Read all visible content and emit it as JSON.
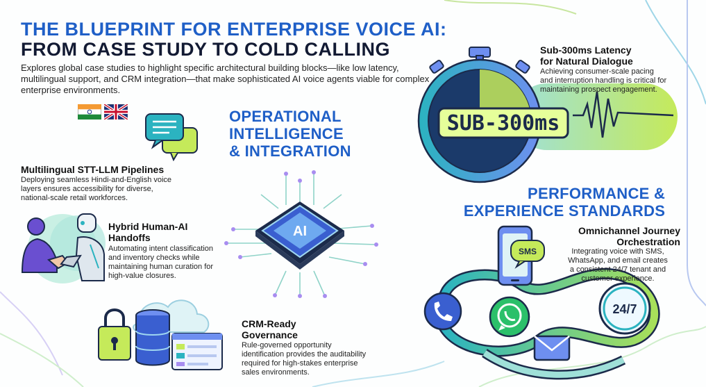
{
  "header": {
    "title_line1": "THE BLUEPRINT FOR ENTERPRISE VOICE AI:",
    "title_line2": "FROM CASE STUDY TO COLD CALLING",
    "intro": "Explores global case studies to highlight specific architectural building blocks—like low latency, multilingual support, and CRM integration—that make sophisticated AI voice agents viable for complex enterprise environments."
  },
  "sections": {
    "operational": [
      "OPERATIONAL",
      "INTELLIGENCE",
      "& INTEGRATION"
    ],
    "performance": [
      "PERFORMANCE &",
      "EXPERIENCE STANDARDS"
    ]
  },
  "features": {
    "multilingual": {
      "title": "Multilingual STT-LLM Pipelines",
      "desc": [
        "Deploying seamless Hindi-and-English voice",
        "layers ensures accessibility for diverse,",
        "national-scale retail workforces."
      ]
    },
    "hybrid": {
      "title": [
        "Hybrid Human-AI",
        "Handoffs"
      ],
      "desc": [
        "Automating intent classification",
        "and inventory checks while",
        "maintaining human curation for",
        "high-value closures."
      ]
    },
    "crm": {
      "title": [
        "CRM-Ready",
        "Governance"
      ],
      "desc": [
        "Rule-governed opportunity",
        "identification provides the auditability",
        "required for high-stakes enterprise",
        "sales environments."
      ]
    },
    "latency": {
      "title": [
        "Sub-300ms Latency",
        "for Natural Dialogue"
      ],
      "desc": [
        "Achieving consumer-scale pacing",
        "and interruption handling is critical for",
        "maintaining prospect engagement."
      ]
    },
    "omnichannel": {
      "title": [
        "Omnichannel Journey",
        "Orchestration"
      ],
      "desc": [
        "Integrating voice with SMS,",
        "WhatsApp, and email creates",
        "a consistent 24/7 tenant and",
        "customer experience."
      ]
    }
  },
  "visuals": {
    "timer_display": "SUB-300ms",
    "chip_label": "AI",
    "sms_label": "SMS",
    "clock_label": "24/7",
    "icons": [
      "india-flag-icon",
      "uk-flag-icon",
      "sound-wave-icon",
      "chat-bubbles-icon",
      "handshake-icon",
      "robot-icon",
      "ai-chip-icon",
      "padlock-icon",
      "database-icon",
      "cloud-icon",
      "dashboard-icon",
      "stopwatch-icon",
      "smartphone-icon",
      "phone-icon",
      "whatsapp-icon",
      "email-icon",
      "clock-icon"
    ]
  },
  "colors": {
    "primary_blue": "#1f5fc7",
    "dark_navy": "#121a33",
    "teal": "#2bb3b0",
    "lime": "#c5ea5a",
    "purple": "#7a5cd6"
  }
}
